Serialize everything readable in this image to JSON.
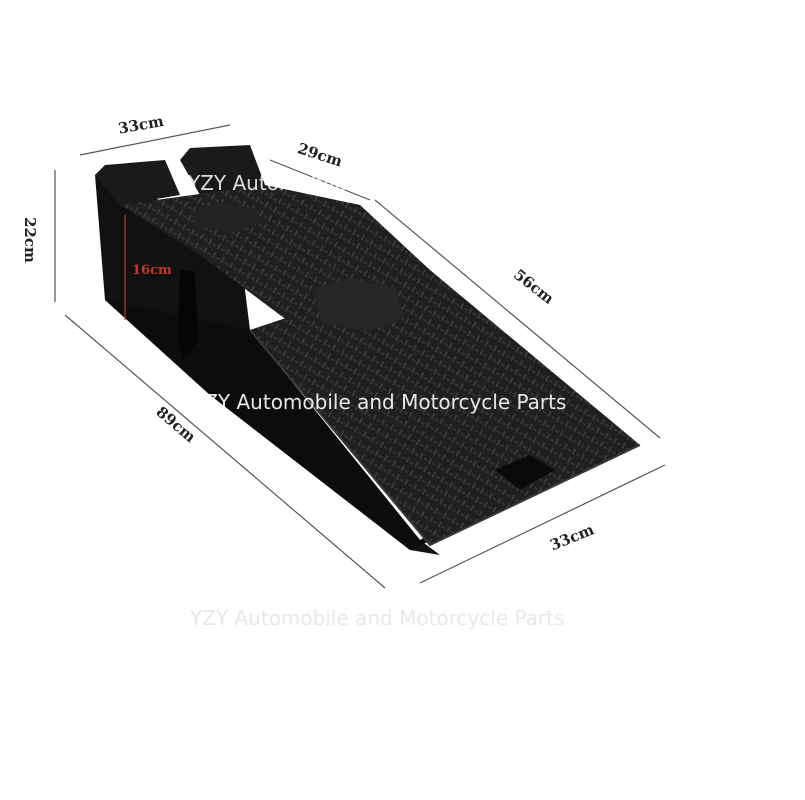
{
  "dimensions": {
    "top_width": "33cm",
    "top_section": "29cm",
    "height": "22cm",
    "inner_height": "16cm",
    "ramp_length": "56cm",
    "total_length": "89cm",
    "front_width": "33cm"
  },
  "watermarks": {
    "top": "YZY Automobile and Motorcycle Parts",
    "middle": "YZY Automobile and Motorcycle Parts",
    "bottom": "YZY Automobile and Motorcycle Parts"
  },
  "colors": {
    "ramp_body": "#141414",
    "ramp_face": "#1f1f1f",
    "ramp_highlight": "#2e2e2e",
    "inner_height_label": "#c0392b"
  }
}
